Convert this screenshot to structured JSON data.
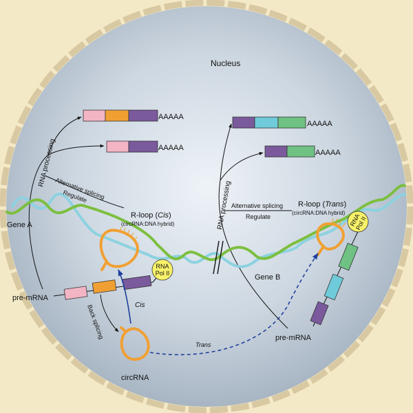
{
  "title": "Nucleus",
  "poly_a": "AAAAA",
  "colors": {
    "background": "#f4e9c6",
    "nucleus_center": "#e7eef5",
    "nucleus_edge": "#a9b5c2",
    "envelope": "#d8c9a3",
    "dna_green": "#7cbf3f",
    "dna_blue": "#8dd2e0",
    "circ_orange": "#f0a033",
    "exon_pink": "#f3b4c4",
    "exon_orange": "#f0a033",
    "exon_purple": "#7a5a9c",
    "exon_cyan": "#6fcad9",
    "exon_green": "#6fc283",
    "pol_yellow": "#f8f26a",
    "arrow_blue": "#1f3f9c"
  },
  "left": {
    "gene": "Gene A",
    "rna_processing": "RNA processing",
    "alt_splicing": "Alternative splicing",
    "regulate": "Regulate",
    "rloop_prefix": "R-loop (",
    "rloop_italic": "Cis",
    "rloop_suffix": ")",
    "hybrid": "(circRNA:DNA hybrid)",
    "pre_mrna": "pre-mRNA",
    "back_splicing": "Back splicing",
    "cis": "Cis",
    "circrna": "circRNA",
    "pol_line1": "RNA",
    "pol_line2": "Pol II"
  },
  "right": {
    "gene": "Gene B",
    "rna_processing": "RNA processing",
    "alt_splicing": "Alternative splicing",
    "regulate": "Regulate",
    "rloop_prefix": "R-loop (",
    "rloop_italic": "Trans",
    "rloop_suffix": ")",
    "hybrid": "(circRNA:DNA hybrid)",
    "pre_mrna": "pre-mRNA",
    "trans": "Trans",
    "pol_line1": "RNA",
    "pol_line2": "Pol II"
  }
}
